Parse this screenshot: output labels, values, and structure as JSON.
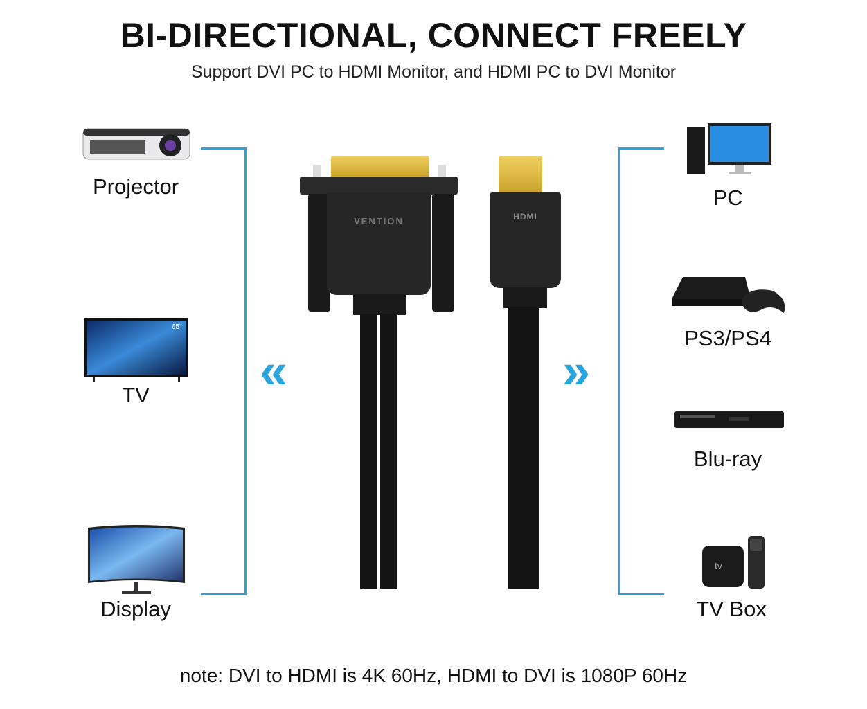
{
  "title": "BI-DIRECTIONAL, CONNECT FREELY",
  "subtitle": "Support DVI PC to HDMI Monitor, and HDMI PC to DVI Monitor",
  "left_devices": [
    {
      "label": "Projector"
    },
    {
      "label": "TV",
      "badge": "65\""
    },
    {
      "label": "Display"
    }
  ],
  "right_devices": [
    {
      "label": "PC"
    },
    {
      "label": "PS3/PS4"
    },
    {
      "label": "Blu-ray"
    },
    {
      "label": "TV Box",
      "badge": "tv"
    }
  ],
  "cable": {
    "dvi_brand": "VENTION",
    "hdmi_brand": "HDMI"
  },
  "arrows": {
    "left": "«",
    "right": "»"
  },
  "note": "note: DVI to HDMI is 4K 60Hz, HDMI to DVI is 1080P 60Hz",
  "colors": {
    "accent": "#29a3dc",
    "gold": "#d9b43a",
    "cable": "#1a1a1a"
  }
}
